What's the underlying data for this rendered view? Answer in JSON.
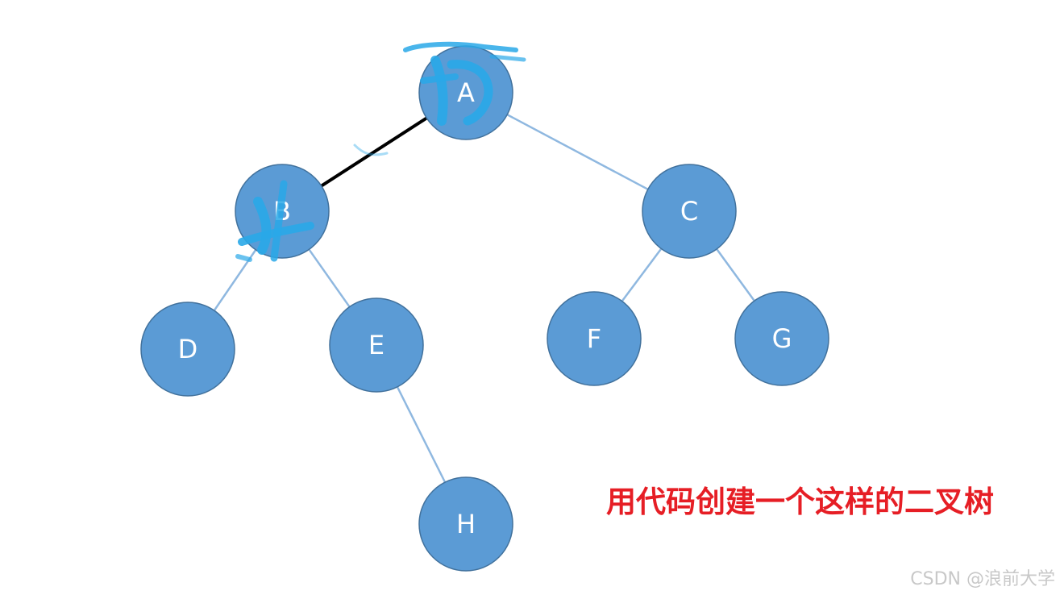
{
  "colors": {
    "node_fill": "#5b9bd5",
    "node_stroke": "#41719c",
    "edge": "#8fb8e0",
    "highlight_edge": "#000000",
    "scribble": "#29a8e8",
    "caption": "#e61e25",
    "watermark": "#c8c8c8"
  },
  "tree": {
    "nodes": [
      {
        "id": "A",
        "label": "A"
      },
      {
        "id": "B",
        "label": "B"
      },
      {
        "id": "C",
        "label": "C"
      },
      {
        "id": "D",
        "label": "D"
      },
      {
        "id": "E",
        "label": "E"
      },
      {
        "id": "F",
        "label": "F"
      },
      {
        "id": "G",
        "label": "G"
      },
      {
        "id": "H",
        "label": "H"
      }
    ],
    "edges": [
      {
        "from": "A",
        "to": "B",
        "highlighted": true
      },
      {
        "from": "A",
        "to": "C",
        "highlighted": false
      },
      {
        "from": "B",
        "to": "D",
        "highlighted": false
      },
      {
        "from": "B",
        "to": "E",
        "highlighted": false
      },
      {
        "from": "C",
        "to": "F",
        "highlighted": false
      },
      {
        "from": "C",
        "to": "G",
        "highlighted": false
      },
      {
        "from": "E",
        "to": "H",
        "highlighted": false
      }
    ]
  },
  "caption": "用代码创建一个这样的二叉树",
  "watermark": "CSDN @浪前大学"
}
